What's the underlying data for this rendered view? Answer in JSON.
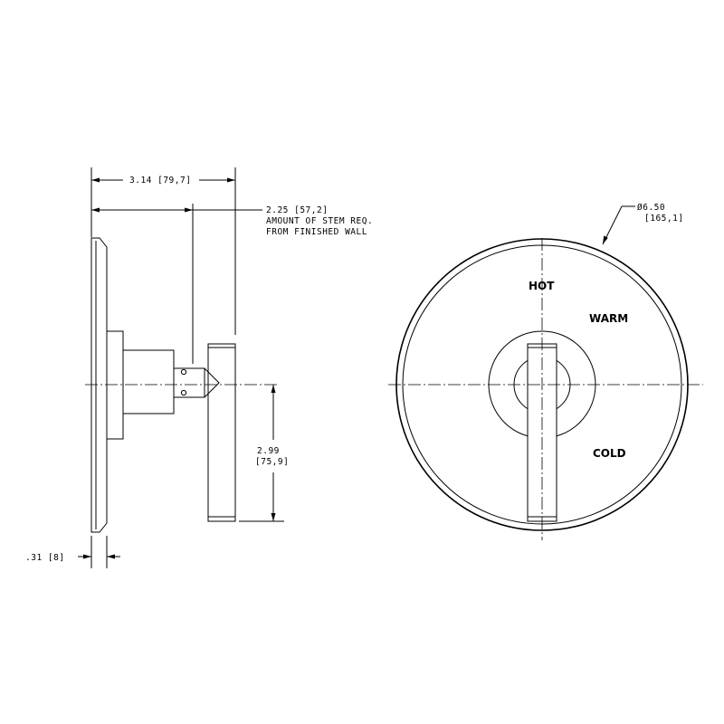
{
  "side_view": {
    "dim_overall_length": "3.14 [79,7]",
    "dim_stem_value": "2.25 [57,2]",
    "dim_stem_note_1": "AMOUNT OF STEM REQ.",
    "dim_stem_note_2": "FROM FINISHED WALL",
    "dim_handle_height_1": "2.99",
    "dim_handle_height_2": "[75,9]",
    "dim_plate_thickness": ".31 [8]"
  },
  "front_view": {
    "dim_diameter_1": "Ø6.50",
    "dim_diameter_2": "[165,1]",
    "label_hot": "HOT",
    "label_warm": "WARM",
    "label_cold": "COLD"
  }
}
